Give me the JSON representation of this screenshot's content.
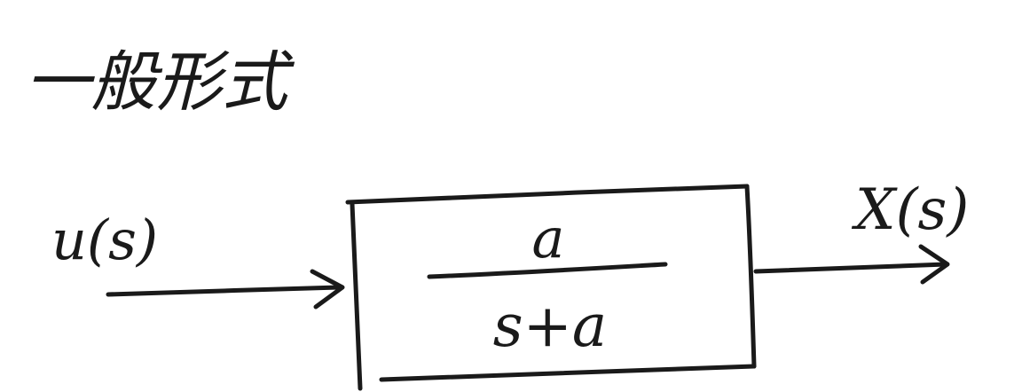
{
  "title": "一般形式",
  "input_label": "u(s)",
  "output_label": "X(s)",
  "transfer_function": {
    "numerator": "a",
    "denominator": "s+a"
  },
  "colors": {
    "ink": "#1a1a1a",
    "background": "#ffffff"
  }
}
